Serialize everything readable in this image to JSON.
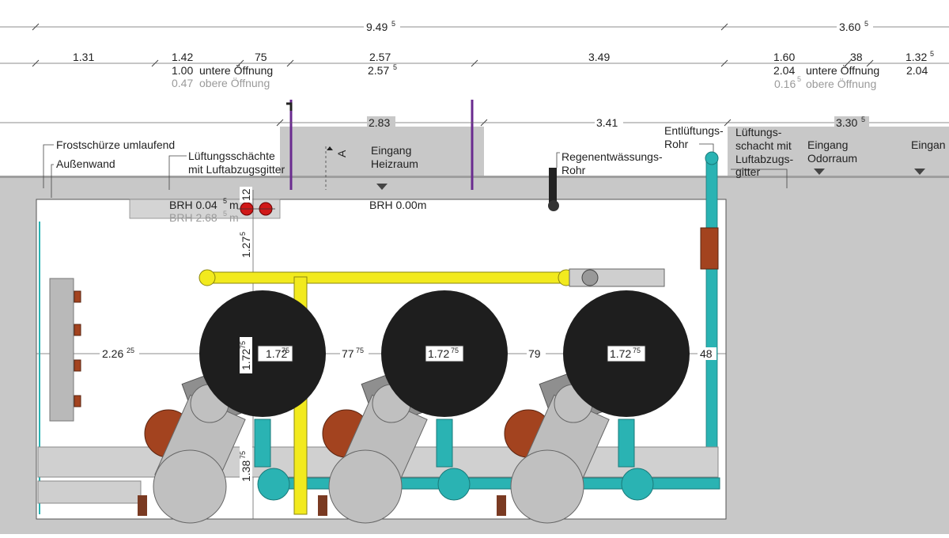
{
  "dimensions": {
    "row1": {
      "left": "9.49",
      "left_sup": "5",
      "right": "3.60",
      "right_sup": "5"
    },
    "row2": {
      "d1": "1.31",
      "d2": "1.42",
      "d2_sub": "1.00",
      "d2_sub_label": "untere Öffnung",
      "d2_grey": "0.47",
      "d2_grey_label": "obere Öffnung",
      "d3": "75",
      "d4": "2.57",
      "d4_sub": "2.57",
      "d4_sub_sup": "5",
      "d5": "3.49",
      "d6": "1.60",
      "d6_sub": "2.04",
      "d6_sub_label": "untere Öffnung",
      "d6_grey": "0.16",
      "d6_grey_sup": "5",
      "d6_grey_label": "obere Öffnung",
      "d7": "38",
      "d8": "1.32",
      "d8_sup": "5",
      "d8_sub": "2.04"
    },
    "row3": {
      "d1": "2.83",
      "d2": "3.41",
      "d3": "3.30",
      "d3_sup": "5"
    },
    "interior": {
      "left_clear": "2.26",
      "left_clear_sup": "25",
      "boiler_dia": "1.72",
      "boiler_dia_sup": "75",
      "gap1": "77",
      "gap1_sup": "75",
      "gap2": "79",
      "right_clear": "48",
      "vert_top_a": "12",
      "vert_top_b": "1.27",
      "vert_top_b_sup": "5",
      "vert_bottom": "1.38",
      "vert_bottom_sup": "75"
    }
  },
  "labels": {
    "frostschuerze": "Frostschürze umlaufend",
    "aussenwand": "Außenwand",
    "lueftungsschaechte_1": "Lüftungsschächte",
    "lueftungsschaechte_2": "mit Luftabzugsgitter",
    "eingang_heizraum_1": "Eingang",
    "eingang_heizraum_2": "Heizraum",
    "section_a": "A",
    "regen_1": "Regenentwässungs-",
    "regen_2": "Rohr",
    "entlueftung_1": "Entlüftungs-",
    "entlueftung_2": "Rohr",
    "lueftungsschacht_1": "Lüftungs-",
    "lueftungsschacht_2": "schacht mit",
    "lueftungsschacht_3": "Luftabzugs-",
    "lueftungsschacht_4": "gitter",
    "eingang_odor_1": "Eingang",
    "eingang_odor_2": "Odorraum",
    "eingang_right": "Eingan",
    "brh_1": "BRH 0.04",
    "brh_1_sup": "5",
    "brh_1_unit": "m",
    "brh_2": "BRH 2.68",
    "brh_2_sup": "5",
    "brh_2_unit": "m",
    "brh_0": "BRH 0.00m"
  },
  "boilers": [
    {
      "label": "1.72",
      "sup": "75"
    },
    {
      "label": "1.72",
      "sup": "75"
    },
    {
      "label": "1.72",
      "sup": "75"
    }
  ],
  "colors": {
    "gas_pipe": "#f2ea1e",
    "water_pipe": "#2ab3b3",
    "boiler": "#1e1e1e",
    "burner": "#a3431f",
    "flue": "#b9b9b9",
    "ground": "#c8c8c8",
    "purple_line": "#6a2b8f",
    "red_valve": "#d01818"
  }
}
